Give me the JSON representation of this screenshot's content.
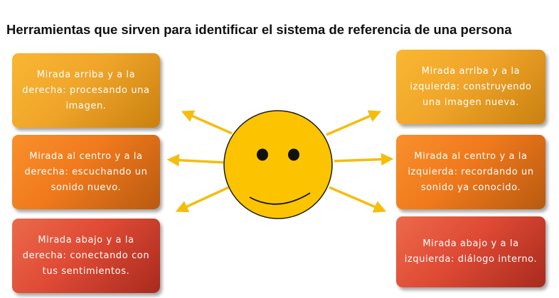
{
  "title": "Herramientas que sirven para identificar el sistema de referencia de una persona",
  "boxes": {
    "left_top": "Mirada arriba y a la derecha: procesando una imagen.",
    "left_middle": "Mirada al centro y a la derecha: escuchando un sonido nuevo.",
    "left_bottom": "Mirada abajo y a la derecha: conectando con tus sentimientos.",
    "right_top": "Mirada arriba y a la izquierda: construyendo una imagen nueva.",
    "right_middle": "Mirada al centro y a la izquierda: recordando un sonido ya conocido.",
    "right_bottom": "Mirada abajo y a la izquierda: diálogo interno."
  },
  "colors": {
    "face": "#fcc400",
    "arrow": "#f5bd0c",
    "box_yellow": "#f0a52a",
    "box_orange": "#f0791c",
    "box_red": "#df4a34"
  },
  "icons": {
    "center": "smiley-face-icon",
    "arrows": "arrow-icon"
  }
}
